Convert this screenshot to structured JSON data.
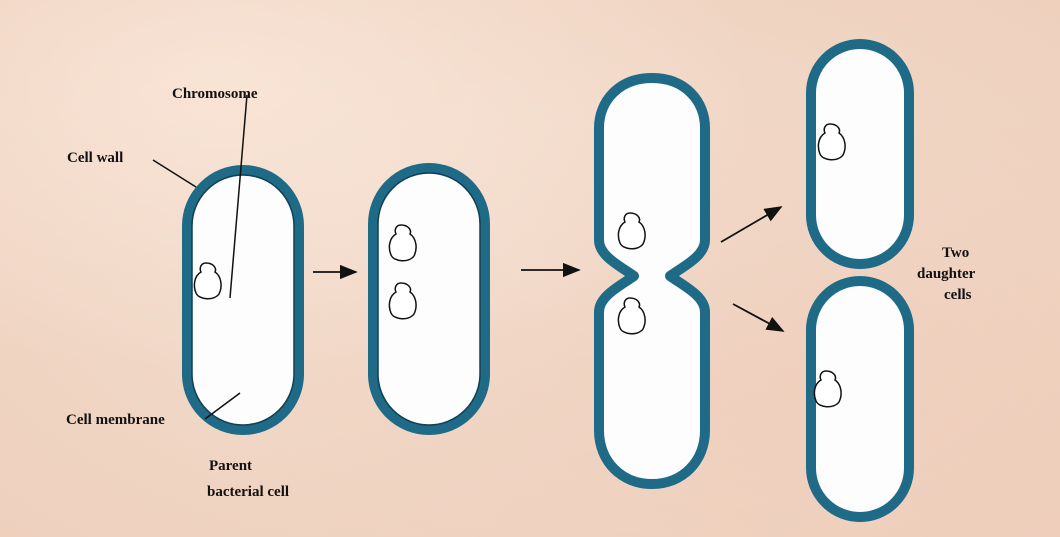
{
  "labels": {
    "chromosome": "Chromosome",
    "cell_wall": "Cell wall",
    "cell_membrane": "Cell membrane",
    "parent_line1": "Parent",
    "parent_line2": "bacterial cell",
    "two_line1": "Two",
    "two_line2": "daughter",
    "two_line3": "cells"
  },
  "colors": {
    "cell_wall": "#1e6a87",
    "cell_interior": "#fdfdfd",
    "outline": "#111111",
    "background": "#f3dccd"
  }
}
